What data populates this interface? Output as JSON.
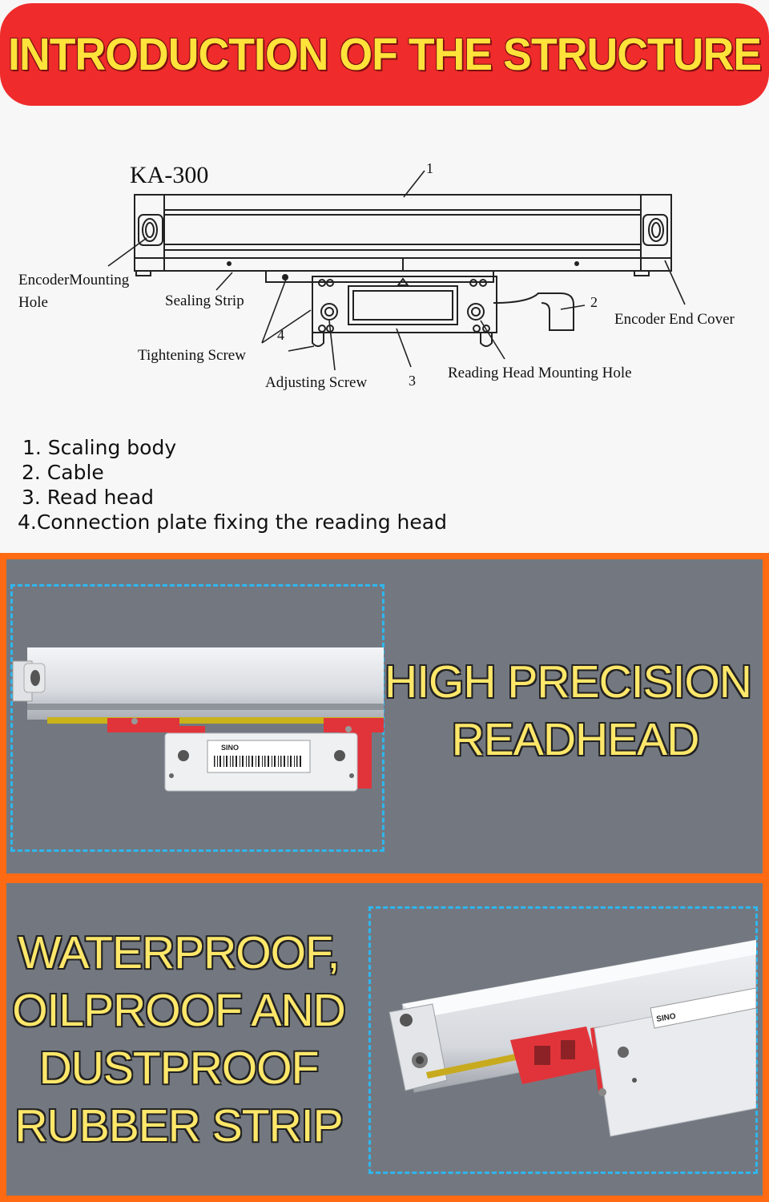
{
  "header": {
    "title": "INTRODUCTION OF THE STRUCTURE"
  },
  "diagram": {
    "model": "KA-300",
    "labels": {
      "encoder_mounting_hole_1": "EncoderMounting",
      "encoder_mounting_hole_2": "Hole",
      "sealing_strip": "Sealing Strip",
      "tightening_screw": "Tightening Screw",
      "adjusting_screw": "Adjusting Screw",
      "reading_head_mounting_hole": "Reading Head Mounting Hole",
      "encoder_end_cover": "Encoder End Cover"
    },
    "callouts": {
      "n1": "1",
      "n2": "2",
      "n3": "3",
      "n4": "4"
    }
  },
  "parts_list": [
    "1. Scaling body",
    "2. Cable",
    "3. Read head",
    "4.Connection plate fixing the reading head"
  ],
  "feature1": {
    "line1": "HIGH PRECISION",
    "line2": "READHEAD"
  },
  "feature2": {
    "line1": "WATERPROOF,",
    "line2": "OILPROOF AND",
    "line3": "DUSTPROOF",
    "line4": "RUBBER STRIP"
  },
  "product_label": {
    "brand": "SINO"
  },
  "colors": {
    "banner": "#ef2b2b",
    "banner_text": "#ffe23a",
    "panel_border": "#ff6a12",
    "panel_bg": "#737880",
    "dash": "#2fb6ef",
    "feature_text": "#ffe76a"
  }
}
